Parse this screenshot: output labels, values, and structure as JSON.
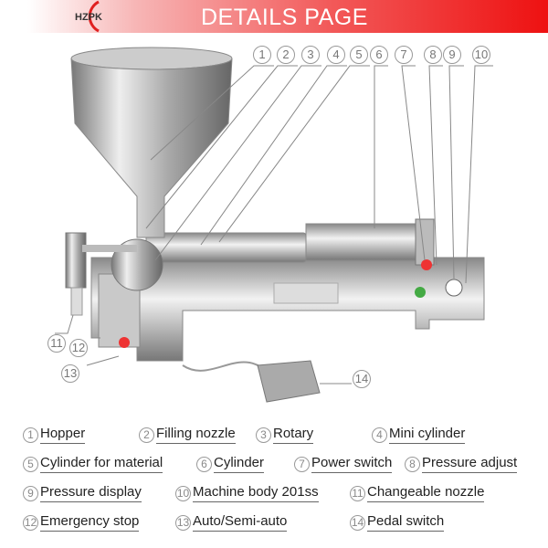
{
  "header": {
    "logo": "HZPK",
    "title": "DETAILS PAGE"
  },
  "callouts_top": [
    "1",
    "2",
    "3",
    "4",
    "5",
    "6",
    "7",
    "8",
    "9",
    "10"
  ],
  "callouts_bottom": [
    "11",
    "12",
    "13",
    "14"
  ],
  "legend": [
    {
      "n": "1",
      "label": "Hopper"
    },
    {
      "n": "2",
      "label": "Filling nozzle"
    },
    {
      "n": "3",
      "label": "Rotary"
    },
    {
      "n": "4",
      "label": "Mini cylinder"
    },
    {
      "n": "5",
      "label": "Cylinder for material"
    },
    {
      "n": "6",
      "label": "Cylinder"
    },
    {
      "n": "7",
      "label": "Power switch"
    },
    {
      "n": "8",
      "label": "Pressure adjust"
    },
    {
      "n": "9",
      "label": "Pressure display"
    },
    {
      "n": "10",
      "label": "Machine body 201ss"
    },
    {
      "n": "11",
      "label": "Changeable nozzle"
    },
    {
      "n": "12",
      "label": "Emergency stop"
    },
    {
      "n": "13",
      "label": "Auto/Semi-auto"
    },
    {
      "n": "14",
      "label": "Pedal switch"
    }
  ]
}
